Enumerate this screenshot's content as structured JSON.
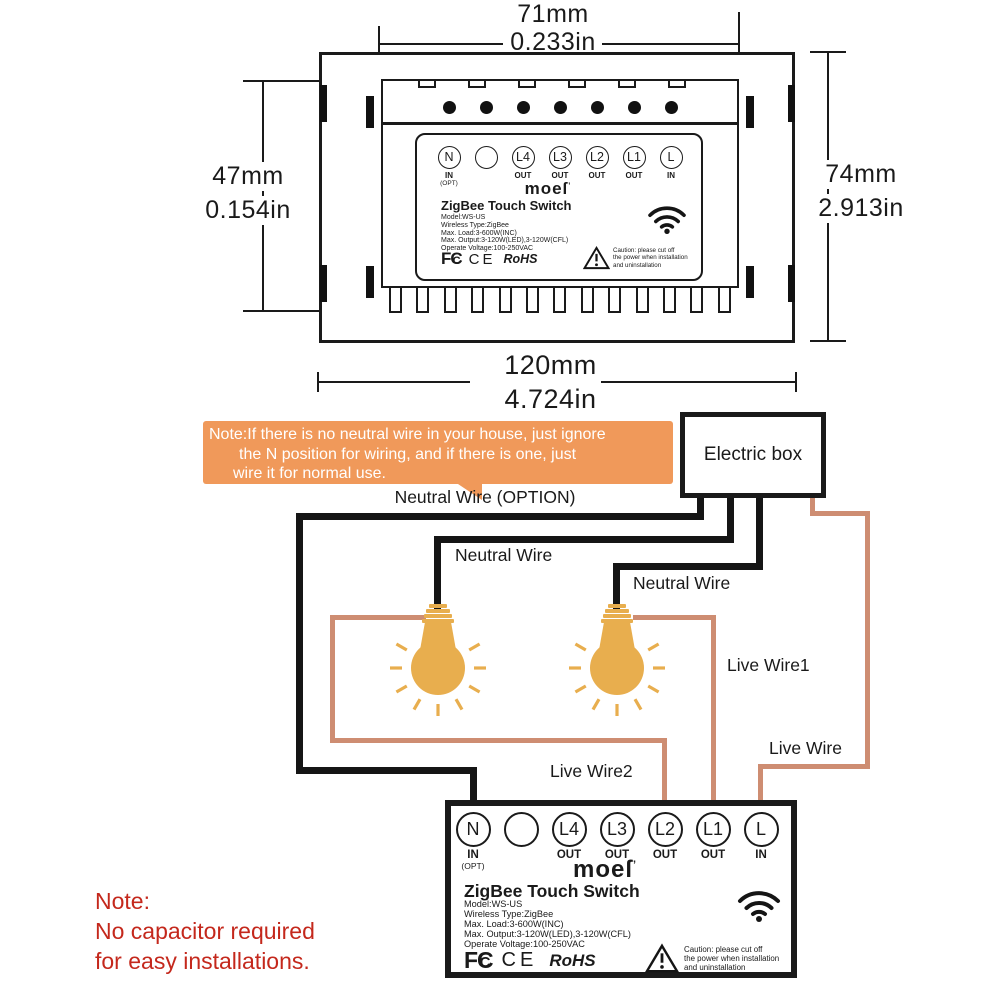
{
  "dimensions": {
    "top": {
      "mm": "71mm",
      "inch": "0.233in"
    },
    "left": {
      "mm": "47mm",
      "inch": "0.154in"
    },
    "right": {
      "mm": "74mm",
      "inch": "2.913in"
    },
    "bottom": {
      "mm": "120mm",
      "inch": "4.724in"
    }
  },
  "device": {
    "brand": "moeſ",
    "brand_mark": "’",
    "product": "ZigBee Touch Switch",
    "terminals": [
      {
        "id": "N",
        "role": "IN",
        "note": "(OPT)"
      },
      {
        "id": "",
        "role": ""
      },
      {
        "id": "L4",
        "role": "OUT"
      },
      {
        "id": "L3",
        "role": "OUT"
      },
      {
        "id": "L2",
        "role": "OUT"
      },
      {
        "id": "L1",
        "role": "OUT"
      },
      {
        "id": "L",
        "role": "IN"
      }
    ],
    "specs": [
      "Model:WS-US",
      "Wireless Type:ZigBee",
      "Max. Load:3-600W(INC)",
      "Max. Output:3-120W(LED),3-120W(CFL)",
      "Operate Voltage:100-250VAC"
    ],
    "certs": {
      "fcc": "FC",
      "fcc_inner": "C",
      "ce": "CE",
      "rohs": "RoHS"
    },
    "caution": [
      "Caution: please cut off",
      "the power when installation",
      "and uninstallation"
    ]
  },
  "note": {
    "lines": [
      "Note:If there is no neutral wire in your house, just ignore",
      "the N position for wiring, and if there is one, just",
      "wire it for normal use."
    ]
  },
  "diagram": {
    "electric_box": "Electric box",
    "labels": {
      "neutral_option": "Neutral Wire (OPTION)",
      "neutral_1": "Neutral Wire",
      "neutral_2": "Neutral Wire",
      "live_1": "Live Wire1",
      "live_main": "Live Wire",
      "live_2": "Live Wire2"
    }
  },
  "footer": {
    "lines": [
      "Note:",
      "No capacitor required",
      "for easy installations."
    ]
  },
  "colors": {
    "black_wire": "#151515",
    "live_wire": "#ce8d72",
    "note_bg": "#f0995a",
    "note_text": "#ffffff",
    "footer_note_text": "#c4281c",
    "bulb": "#e8ae4e"
  }
}
